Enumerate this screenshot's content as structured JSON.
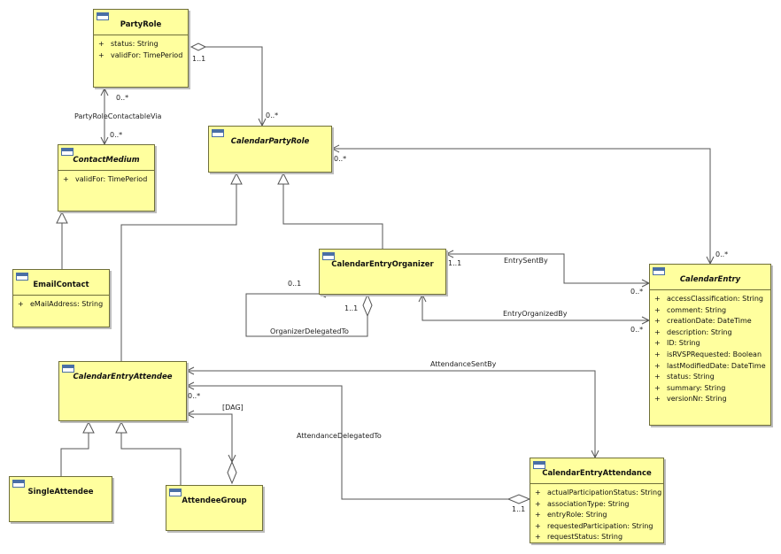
{
  "classes": {
    "party_role": {
      "name": "PartyRole",
      "attributes": [
        {
          "visibility": "+",
          "text": "status: String"
        },
        {
          "visibility": "+",
          "text": "validFor: TimePeriod"
        }
      ]
    },
    "contact_medium": {
      "name": "ContactMedium",
      "attributes": [
        {
          "visibility": "+",
          "text": "validFor: TimePeriod"
        }
      ]
    },
    "email_contact": {
      "name": "EmailContact",
      "attributes": [
        {
          "visibility": "+",
          "text": "eMailAddress: String"
        }
      ]
    },
    "calendar_party_role": {
      "name": "CalendarPartyRole"
    },
    "calendar_entry_organizer": {
      "name": "CalendarEntryOrganizer"
    },
    "calendar_entry": {
      "name": "CalendarEntry",
      "attributes": [
        {
          "visibility": "+",
          "text": "accessClassification: String"
        },
        {
          "visibility": "+",
          "text": "comment: String"
        },
        {
          "visibility": "+",
          "text": "creationDate: DateTime"
        },
        {
          "visibility": "+",
          "text": "description: String"
        },
        {
          "visibility": "+",
          "text": "ID: String"
        },
        {
          "visibility": "+",
          "text": "isRVSPRequested: Boolean"
        },
        {
          "visibility": "+",
          "text": "lastModifiedDate: DateTime"
        },
        {
          "visibility": "+",
          "text": "status: String"
        },
        {
          "visibility": "+",
          "text": "summary: String"
        },
        {
          "visibility": "+",
          "text": "versionNr: String"
        }
      ]
    },
    "calendar_entry_attendee": {
      "name": "CalendarEntryAttendee"
    },
    "single_attendee": {
      "name": "SingleAttendee"
    },
    "attendee_group": {
      "name": "AttendeeGroup"
    },
    "calendar_entry_attendance": {
      "name": "CalendarEntryAttendance",
      "attributes": [
        {
          "visibility": "+",
          "text": "actualParticipationStatus: String"
        },
        {
          "visibility": "+",
          "text": "associationType: String"
        },
        {
          "visibility": "+",
          "text": "entryRole: String"
        },
        {
          "visibility": "+",
          "text": "requestedParticipation: String"
        },
        {
          "visibility": "+",
          "text": "requestStatus: String"
        }
      ]
    }
  },
  "labels": {
    "party_role_contactable_via": "PartyRoleContactableVia",
    "entry_sent_by": "EntrySentBy",
    "entry_organized_by": "EntryOrganizedBy",
    "organizer_delegated_to": "OrganizerDelegatedTo",
    "attendance_sent_by": "AttendanceSentBy",
    "attendance_delegated_to": "AttendanceDelegatedTo",
    "dag": "[DAG]"
  },
  "multiplicities": {
    "pr_to_cpr_pr": "1..1",
    "pr_to_cpr_cpr": "0..*",
    "pr_cm_pr": "0..*",
    "pr_cm_cm": "0..*",
    "cpr_ce": "0..*",
    "ce_cpr": "0..*",
    "sentby_org": "1..1",
    "sentby_ce": "0..*",
    "orgby_ce": "0..*",
    "deleg_src": "0..1",
    "deleg_agg": "1..1",
    "att_multi": "0..*",
    "att_deleg": "1..1"
  },
  "colors": {
    "class_fill": "#ffff9e",
    "class_border": "#6f6f3a",
    "line": "#555555"
  }
}
